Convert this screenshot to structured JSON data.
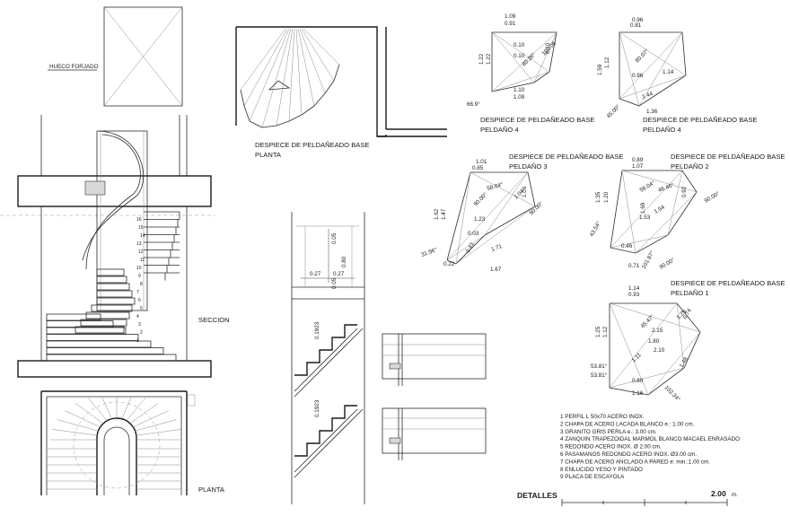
{
  "labels": {
    "hueco_forjado": "HUECO FORJADO",
    "seccion": "SECCION",
    "planta": "PLANTA",
    "despiece_planta_1": "DESPIECE DE PELDAÑEADO BASE",
    "despiece_planta_2": "PLANTA",
    "detalles": "DETALLES"
  },
  "scale_bar": {
    "value": "2.00",
    "unit": "m."
  },
  "legend": [
    "1   PERFIL L 50x70 ACERO INOX.",
    "2   CHAPA DE ACERO LACADA BLANCO e.: 1.00 cm.",
    "3   GRANITO GRIS PERLA e.: 3.00 cm.",
    "4   ZANQUIN TRAPEZOIDAL MARMOL BLANCO MACAEL ENRASADO",
    "5   REDONDO ACERO INOX. Ø 2.00 cm.",
    "6   PASAMANOS REDONDO ACERO INOX. Ø3.00 cm.",
    "7   CHAPA DE ACERO ANCLADO A PARED e: min.:1.00 cm.",
    "8   ENLUCIDO YESO Y PINTADO",
    "9   PLACA DE ESCAYOLA"
  ],
  "steps": [
    {
      "title_1": "DESPIECE DE PELDAÑEADO BASE",
      "title_2": "PELDAÑO 4",
      "dims": [
        "1.09",
        "0.91",
        "1.22",
        "1.22",
        "0.10",
        "0.10",
        "80.26°",
        "100.06",
        "1.10",
        "1.09",
        "0.10",
        "66.9°"
      ]
    },
    {
      "title_1": "DESPIECE DE PELDAÑEADO BASE",
      "title_2": "PELDAÑO 4",
      "dims": [
        "0.96",
        "0.81",
        "1.59",
        "1.12",
        "0.96",
        "80.07°",
        "1.14",
        "1.44",
        "1.36",
        "45.00°"
      ]
    },
    {
      "title_1": "DESPIECE DE PELDAÑEADO BASE",
      "title_2": "PELDAÑO 3",
      "dims": [
        "1.01",
        "0.85",
        "1.62",
        "1.47",
        "90.00°",
        "58.04°",
        "1.04",
        "1.06",
        "90.00°",
        "1.23",
        "0.03",
        "1.71",
        "0.41",
        "31.96°",
        "0.22",
        "1.67"
      ]
    },
    {
      "title_1": "DESPIECE DE PELDAÑEADO BASE",
      "title_2": "PELDAÑO 2",
      "dims": [
        "0.89",
        "1.07",
        "1.35",
        "1.20",
        "58.04°",
        "46.46°",
        "1.69",
        "1.53",
        "1.94",
        "0.92",
        "90.00°",
        "0.46",
        "0.71",
        "43.54°",
        "101.87°",
        "90.00°"
      ]
    },
    {
      "title_1": "DESPIECE DE PELDAÑEADO BASE",
      "title_2": "PELDAÑO 1",
      "dims": [
        "1.14",
        "0.93",
        "1.25",
        "1.12",
        "45.47°",
        "2.15",
        "1.80",
        "2.10",
        "1.25",
        "0.74",
        "1.11",
        "1.48",
        "53.81°",
        "53.81°",
        "0.80",
        "1.16",
        "102.34°"
      ]
    }
  ],
  "detail_dims": [
    "0.05",
    "0.80",
    "0.27",
    "0.27",
    "0.05",
    "0.1923",
    "0.1923"
  ]
}
